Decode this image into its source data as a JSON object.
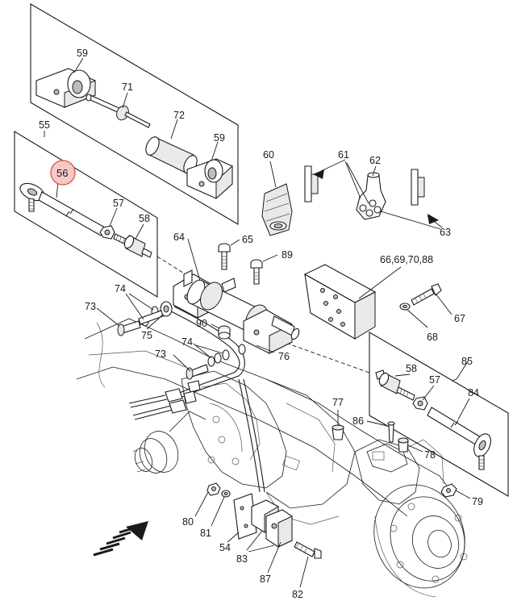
{
  "diagram": {
    "highlight_color": "#d9534f",
    "labels": {
      "p59a": "59",
      "p71": "71",
      "p72": "72",
      "p59b": "59",
      "p55": "55",
      "p56": "56",
      "p57a": "57",
      "p58a": "58",
      "p60": "60",
      "p61": "61",
      "p62": "62",
      "p63": "63",
      "p64": "64",
      "p65": "65",
      "p89": "89",
      "p66": "66,69,70,88",
      "p74a": "74",
      "p73a": "73",
      "p75": "75",
      "p90": "90",
      "p74b": "74",
      "p73b": "73",
      "p76": "76",
      "p67": "67",
      "p68": "68",
      "p85": "85",
      "p58b": "58",
      "p57b": "57",
      "p84": "84",
      "p77": "77",
      "p86": "86",
      "p78": "78",
      "p79": "79",
      "p80": "80",
      "p81": "81",
      "p54": "54",
      "p83": "83",
      "p87": "87",
      "p82": "82"
    }
  }
}
